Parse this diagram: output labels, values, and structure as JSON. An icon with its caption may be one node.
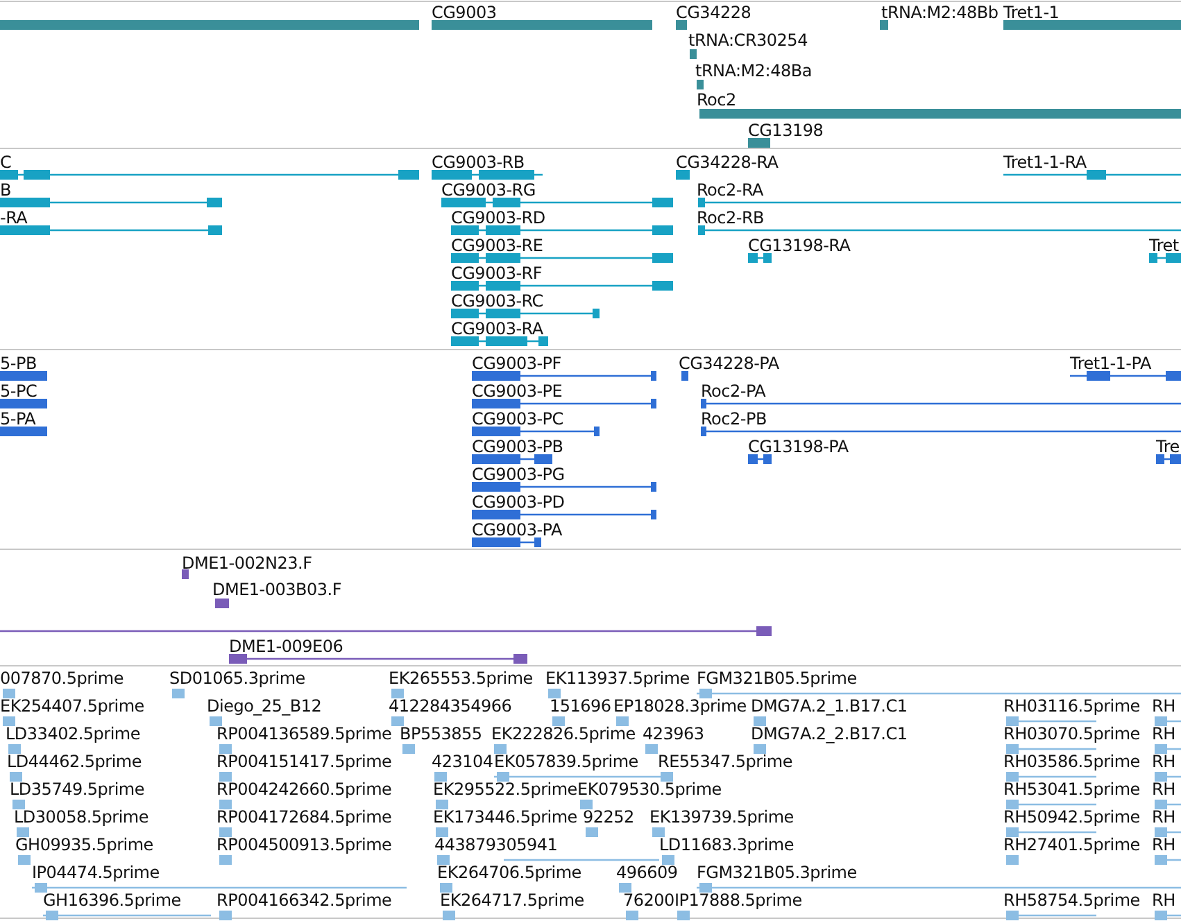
{
  "diagram": {
    "labels": [
      "CG9003",
      "CG34228",
      "tRNA:M2:48Bb",
      "Tret1-1",
      "tRNA:CR30254",
      "tRNA:M2:48Ba",
      "Roc2",
      "CG13198",
      "C",
      "CG9003-RB",
      "CG34228-RA",
      "Tret1-1-RA",
      "B",
      "CG9003-RG",
      "Roc2-RA",
      "-RA",
      "CG9003-RD",
      "Roc2-RB",
      "CG9003-RE",
      "CG13198-RA",
      "Tret",
      "CG9003-RF",
      "CG9003-RC",
      "CG9003-RA",
      "5-PB",
      "CG9003-PF",
      "CG34228-PA",
      "Tret1-1-PA",
      "5-PC",
      "CG9003-PE",
      "Roc2-PA",
      "5-PA",
      "CG9003-PC",
      "Roc2-PB",
      "CG9003-PB",
      "CG13198-PA",
      "Tre",
      "CG9003-PG",
      "CG9003-PD",
      "CG9003-PA",
      "DME1-002N23.F",
      "DME1-003B03.F",
      "DME1-009E06",
      "007870.5prime",
      "SD01065.3prime",
      "EK265553.5prime",
      "EK113937.5prime",
      "FGM321B05.5prime",
      "EK254407.5prime",
      "Diego_25_B12",
      "412284354966",
      "151696",
      "EP18028.3prime",
      "DMG7A.2_1.B17.C1",
      "RH03116.5prime",
      "RH",
      "LD33402.5prime",
      "RP004136589.5prime",
      "BP553855",
      "EK222826.5prime",
      "423963",
      "DMG7A.2_2.B17.C1",
      "RH03070.5prime",
      "RH",
      "LD44462.5prime",
      "RP004151417.5prime",
      "423104",
      "EK057839.5prime",
      "RE55347.5prime",
      "RH03586.5prime",
      "RH",
      "LD35749.5prime",
      "RP004242660.5prime",
      "EK295522.5prime",
      "EK079530.5prime",
      "RH53041.5prime",
      "RH",
      "LD30058.5prime",
      "RP004172684.5prime",
      "EK173446.5prime",
      "92252",
      "EK139739.5prime",
      "RH50942.5prime",
      "RH",
      "GH09935.5prime",
      "RP004500913.5prime",
      "443879305941",
      "LD11683.3prime",
      "RH27401.5prime",
      "RH",
      "IP04474.5prime",
      "EK264706.5prime",
      "496609",
      "FGM321B05.3prime",
      "GH16396.5prime",
      "RP004166342.5prime",
      "EK264717.5prime",
      "76200",
      "IP17888.5prime",
      "RH58754.5prime",
      "RH"
    ]
  }
}
